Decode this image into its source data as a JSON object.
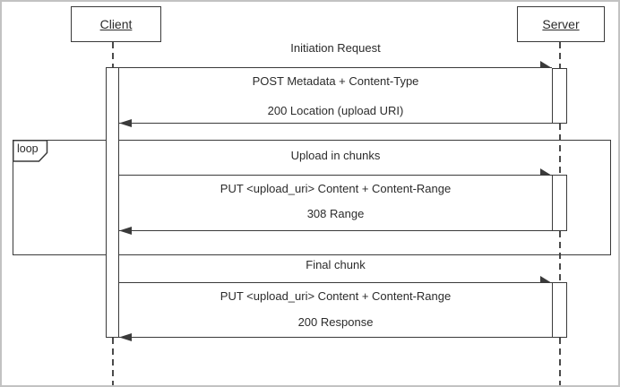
{
  "diagram": {
    "kind": "uml-sequence-diagram",
    "actors": {
      "client": "Client",
      "server": "Server"
    },
    "fragment": {
      "operator": "loop"
    },
    "sections": [
      {
        "title": "Initiation Request",
        "request": {
          "text": "POST Metadata + Content-Type",
          "direction": "client-to-server"
        },
        "response": {
          "text": "200 Location (upload URI)",
          "direction": "server-to-client"
        }
      },
      {
        "title": "Upload in chunks",
        "in_loop": true,
        "request": {
          "text": "PUT <upload_uri> Content + Content-Range",
          "direction": "client-to-server"
        },
        "response": {
          "text": "308 Range",
          "direction": "server-to-client"
        }
      },
      {
        "title": "Final chunk",
        "request": {
          "text": "PUT <upload_uri> Content + Content-Range",
          "direction": "client-to-server"
        },
        "response": {
          "text": "200 Response",
          "direction": "server-to-client"
        }
      }
    ],
    "colors": {
      "line": "#3a3a3a",
      "text": "#2b2b2b",
      "background": "#ffffff",
      "outer_border": "#c2c2c2"
    }
  }
}
